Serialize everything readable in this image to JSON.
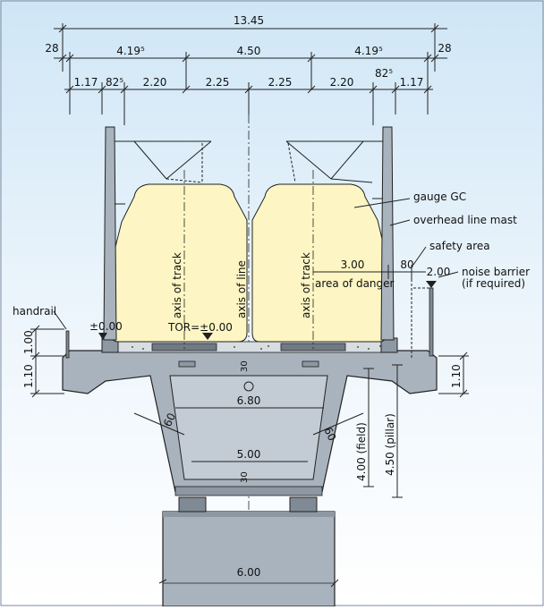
{
  "colors": {
    "background_top": "#cfe6f6",
    "background_bottom": "#ffffff",
    "gauge_fill": "#fdf6c4",
    "concrete_fill": "#a9b3bd",
    "concrete_dark": "#7f8a94",
    "interior_fill": "#c3ccd5",
    "line": "#222222"
  },
  "dimensions": {
    "overall": "13.45",
    "edge_left": "28",
    "edge_right": "28",
    "upper_left": "4.19⁵",
    "upper_mid": "4.50",
    "upper_right": "4.19⁵",
    "lower": [
      "1.17",
      "82⁵",
      "2.20",
      "2.25",
      "2.25",
      "2.20",
      "82⁵",
      "1.17"
    ],
    "area_of_danger": "3.00",
    "safety_area": "80",
    "noise_barrier_dim": "2.00",
    "handrail_height": "1.00",
    "left_side_height": "1.10",
    "right_side_height": "1.10",
    "slab_width": "6.80",
    "web_thickness_left": "60",
    "web_thickness_right": "60",
    "bottom_inner_width": "5.00",
    "bottom_flange": "30",
    "top_slab_mark": "30",
    "pillar_width": "6.00",
    "field_height": "4.00 (field)",
    "pillar_height": "4.50 (pillar)"
  },
  "labels": {
    "gauge": "gauge GC",
    "overhead_mast": "overhead line mast",
    "safety_area": "safety area",
    "noise_barrier_1": "noise barrier",
    "noise_barrier_2": "(if required)",
    "area_of_danger": "area of danger",
    "handrail": "handrail",
    "axis_track_left": "axis of track",
    "axis_line": "axis of line",
    "axis_track_right": "axis of track",
    "level_left": "±0.00",
    "tor_level": "TOR=±0.00"
  }
}
